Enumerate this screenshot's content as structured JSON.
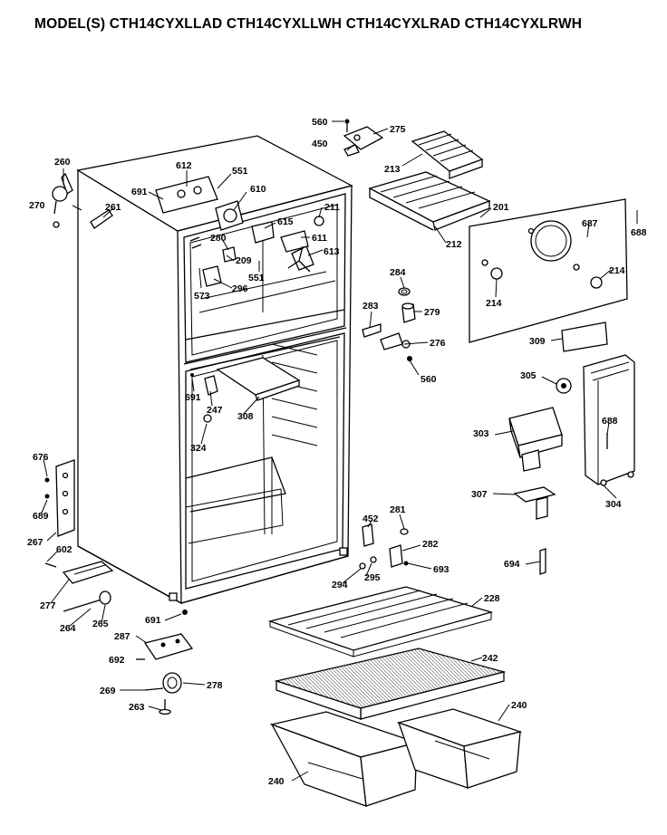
{
  "header": {
    "model_title": "MODEL(S) CTH14CYXLLAD CTH14CYXLLWH CTH14CYXLRAD CTH14CYXLRWH"
  },
  "callouts": [
    {
      "id": "c560a",
      "text": "560"
    },
    {
      "id": "c275",
      "text": "275"
    },
    {
      "id": "c450",
      "text": "450"
    },
    {
      "id": "c213",
      "text": "213"
    },
    {
      "id": "c260",
      "text": "260"
    },
    {
      "id": "c612",
      "text": "612"
    },
    {
      "id": "c551a",
      "text": "551"
    },
    {
      "id": "c691a",
      "text": "691"
    },
    {
      "id": "c610",
      "text": "610"
    },
    {
      "id": "c270",
      "text": "270"
    },
    {
      "id": "c261",
      "text": "261"
    },
    {
      "id": "c211",
      "text": "211"
    },
    {
      "id": "c615",
      "text": "615"
    },
    {
      "id": "c201",
      "text": "201"
    },
    {
      "id": "c687",
      "text": "687"
    },
    {
      "id": "c688a",
      "text": "688"
    },
    {
      "id": "c280",
      "text": "280"
    },
    {
      "id": "c611",
      "text": "611"
    },
    {
      "id": "c212",
      "text": "212"
    },
    {
      "id": "c209",
      "text": "209"
    },
    {
      "id": "c613",
      "text": "613"
    },
    {
      "id": "c551b",
      "text": "551"
    },
    {
      "id": "c284",
      "text": "284"
    },
    {
      "id": "c214a",
      "text": "214"
    },
    {
      "id": "c214b",
      "text": "214"
    },
    {
      "id": "c573",
      "text": "573"
    },
    {
      "id": "c296",
      "text": "296"
    },
    {
      "id": "c283",
      "text": "283"
    },
    {
      "id": "c279",
      "text": "279"
    },
    {
      "id": "c276",
      "text": "276"
    },
    {
      "id": "c309",
      "text": "309"
    },
    {
      "id": "c560b",
      "text": "560"
    },
    {
      "id": "c305",
      "text": "305"
    },
    {
      "id": "c691b",
      "text": "691"
    },
    {
      "id": "c247",
      "text": "247"
    },
    {
      "id": "c308",
      "text": "308"
    },
    {
      "id": "c324",
      "text": "324"
    },
    {
      "id": "c303",
      "text": "303"
    },
    {
      "id": "c688b",
      "text": "688"
    },
    {
      "id": "c676",
      "text": "676"
    },
    {
      "id": "c689",
      "text": "689"
    },
    {
      "id": "c307",
      "text": "307"
    },
    {
      "id": "c304",
      "text": "304"
    },
    {
      "id": "c452",
      "text": "452"
    },
    {
      "id": "c281",
      "text": "281"
    },
    {
      "id": "c267",
      "text": "267"
    },
    {
      "id": "c602",
      "text": "602"
    },
    {
      "id": "c282",
      "text": "282"
    },
    {
      "id": "c694",
      "text": "694"
    },
    {
      "id": "c693",
      "text": "693"
    },
    {
      "id": "c294",
      "text": "294"
    },
    {
      "id": "c295",
      "text": "295"
    },
    {
      "id": "c228",
      "text": "228"
    },
    {
      "id": "c277",
      "text": "277"
    },
    {
      "id": "c264",
      "text": "264"
    },
    {
      "id": "c265",
      "text": "265"
    },
    {
      "id": "c691c",
      "text": "691"
    },
    {
      "id": "c287",
      "text": "287"
    },
    {
      "id": "c692",
      "text": "692"
    },
    {
      "id": "c242",
      "text": "242"
    },
    {
      "id": "c269",
      "text": "269"
    },
    {
      "id": "c278",
      "text": "278"
    },
    {
      "id": "c263",
      "text": "263"
    },
    {
      "id": "c240a",
      "text": "240"
    },
    {
      "id": "c240b",
      "text": "240"
    }
  ]
}
